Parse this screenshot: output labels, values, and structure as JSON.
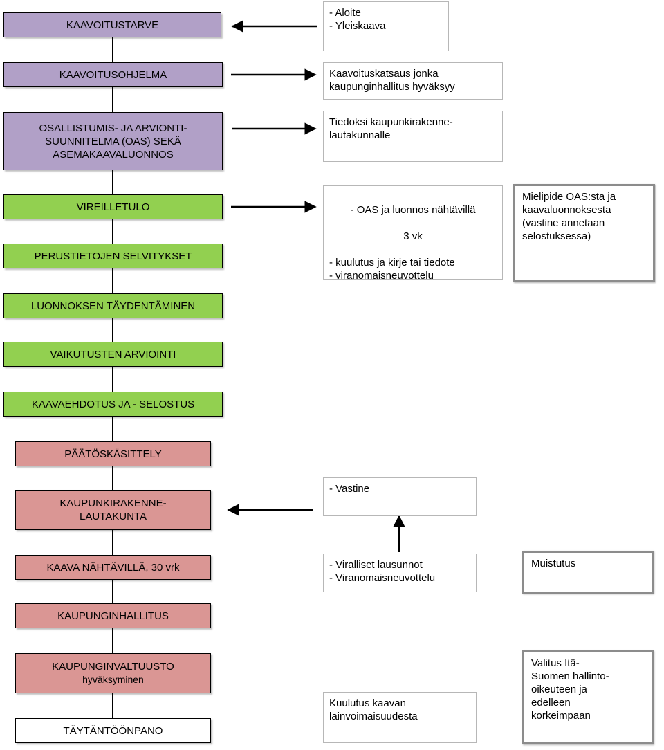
{
  "stages": [
    {
      "id": "kaavoitustarve",
      "label": "KAAVOITUSTARVE",
      "color": "purple"
    },
    {
      "id": "kaavoitusohjelma",
      "label": "KAAVOITUSOHJELMA",
      "color": "purple"
    },
    {
      "id": "oas",
      "label": "OSALLISTUMIS- JA ARVIONTI-\nSUUNNITELMA (OAS) SEKÄ\nASEMAKAAVALUONNOS",
      "color": "purple"
    },
    {
      "id": "vireilletulo",
      "label": "VIREILLETULO",
      "color": "green"
    },
    {
      "id": "perustietojen",
      "label": "PERUSTIETOJEN SELVITYKSET",
      "color": "green"
    },
    {
      "id": "luonnoksen",
      "label": "LUONNOKSEN TÄYDENTÄMINEN",
      "color": "green"
    },
    {
      "id": "vaikutusten",
      "label": "VAIKUTUSTEN ARVIOINTI",
      "color": "green"
    },
    {
      "id": "kaavaehdotus",
      "label": "KAAVAEHDOTUS JA - SELOSTUS",
      "color": "green"
    },
    {
      "id": "paatoskasittely",
      "label": "PÄÄTÖSKÄSITTELY",
      "color": "red"
    },
    {
      "id": "kaupunkirakenne",
      "label": "KAUPUNKIRAKENNE-\nLAUTAKUNTA",
      "color": "red"
    },
    {
      "id": "kaava-nahtavilla",
      "label": "KAAVA NÄHTÄVILLÄ, 30 vrk",
      "color": "red"
    },
    {
      "id": "kaupunginhallitus",
      "label": "KAUPUNGINHALLITUS",
      "color": "red"
    },
    {
      "id": "kaupunginvaltuusto",
      "label": "KAUPUNGINVALTUUSTO",
      "sublabel": "hyväksyminen",
      "color": "red"
    },
    {
      "id": "taytantoonpano",
      "label": "TÄYTÄNTÖÖNPANO",
      "color": "white"
    }
  ],
  "notes": {
    "aloite": "- Aloite\n- Yleiskaava",
    "kaavoituskatsaus": "Kaavoituskatsaus jonka\nkaupunginhallitus hyväksyy",
    "tiedoksi": "Tiedoksi kaupunkirakenne-\nlautakunnalle",
    "oas_nahtavilla_line1": "- OAS ja luonnos nähtävillä",
    "oas_nahtavilla_line2": "3 vk",
    "oas_nahtavilla_rest": "- kuulutus ja kirje tai tiedote\n- viranomaisneuvottelu",
    "vastine": "- Vastine",
    "lausunnot": "- Viralliset lausunnot\n- Viranomaisneuvottelu",
    "kuulutus": "Kuulutus kaavan\nlainvoimaisuudesta"
  },
  "side_notes": {
    "mielipide": "Mielipide OAS:sta ja\nkaavaluonnoksesta\n(vastine annetaan\nselostuksessa)",
    "muistutus": "Muistutus",
    "valitus": "Valitus Itä-\nSuomen hallinto-\noikeuteen ja\nedelleen\nkorkeimpaan"
  },
  "colors": {
    "purple": "#b1a0c7",
    "green": "#92d050",
    "red": "#da9694",
    "white": "#ffffff"
  }
}
